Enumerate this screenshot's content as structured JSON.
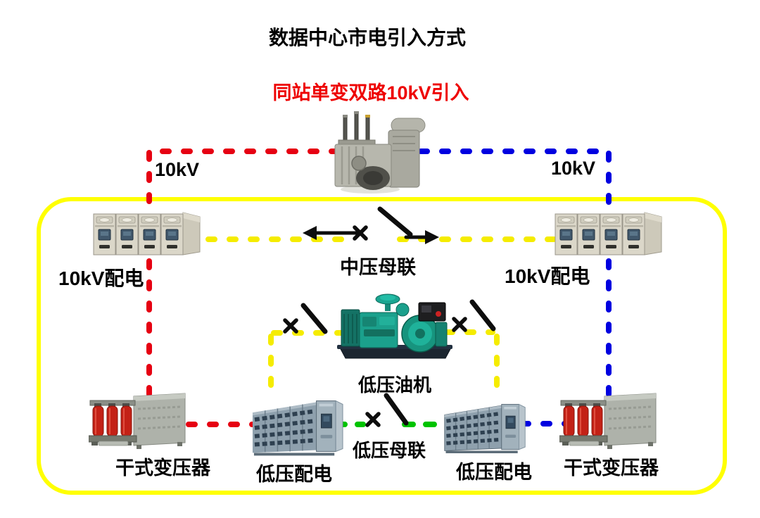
{
  "title": "数据中心市电引入方式",
  "subtitle": "同站单变双路10kV引入",
  "labels": {
    "feed_left_voltage": "10kV",
    "feed_right_voltage": "10kV",
    "mv_switchgear_left": "10kV配电",
    "mv_switchgear_right": "10kV配电",
    "mv_bus_tie": "中压母联",
    "lv_generator": "低压油机",
    "lv_bus_tie": "低压母联",
    "dry_transformer_left": "干式变压器",
    "lv_distribution_left": "低压配电",
    "lv_distribution_right": "低压配电",
    "dry_transformer_right": "干式变压器"
  },
  "colors": {
    "feed_left": "#e60012",
    "feed_right": "#0000e0",
    "mv_bus": "#f5ec00",
    "lv_bus": "#00c300",
    "boundary": "#ffff00",
    "symbol": "#0d0d0d",
    "subtitle": "#ee0000"
  }
}
